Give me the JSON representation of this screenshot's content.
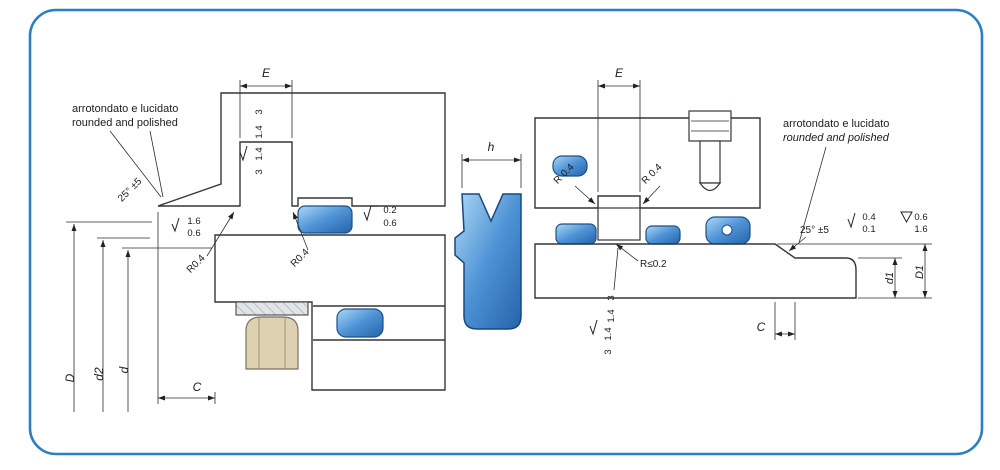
{
  "drawing": {
    "colors": {
      "frame": "#2b7ec0",
      "seal_blue": "#3f84c9",
      "metal": "#e1e5e8",
      "brass": "#ddd1b2"
    },
    "left_view": {
      "note_line1": "arrotondato  e lucidato",
      "note_line2": "rounded and polished",
      "angle_label": "25° ±5",
      "dim_e": "E",
      "finish_chamfer_top": "1.6",
      "finish_chamfer_bottom": "0.6",
      "groove_vals_top": "3",
      "groove_vals_bottom": "1.4",
      "groove_finish_top": "1.4",
      "groove_finish_bottom": "3",
      "finish_groove_right_top": "0.2",
      "finish_groove_right_bottom": "0.6",
      "radius_label_1": "R0.4",
      "radius_label_2": "R0.4",
      "dim_D": "D",
      "dim_d2": "d2",
      "dim_d": "d",
      "dim_C": "C"
    },
    "profile": {
      "dim_h": "h"
    },
    "right_view": {
      "dim_e": "E",
      "radius_label_1": "R 0.4",
      "radius_label_2": "R 0.4",
      "note_line1": "arrotondato e lucidato",
      "note_line2": "rounded and polished",
      "angle_label": "25° ±5",
      "finish_chamfer_top": "0.4",
      "finish_chamfer_bottom": "0.1",
      "finish_tri_top": "0.6",
      "finish_tri_bottom": "1.6",
      "radius_small": "R≤0.2",
      "groove_vals_top": "3",
      "groove_vals_bottom": "1.4",
      "groove_finish_top": "1.4",
      "groove_finish_bottom": "3",
      "dim_d1": "d1",
      "dim_D1": "D1",
      "dim_C": "C"
    }
  }
}
